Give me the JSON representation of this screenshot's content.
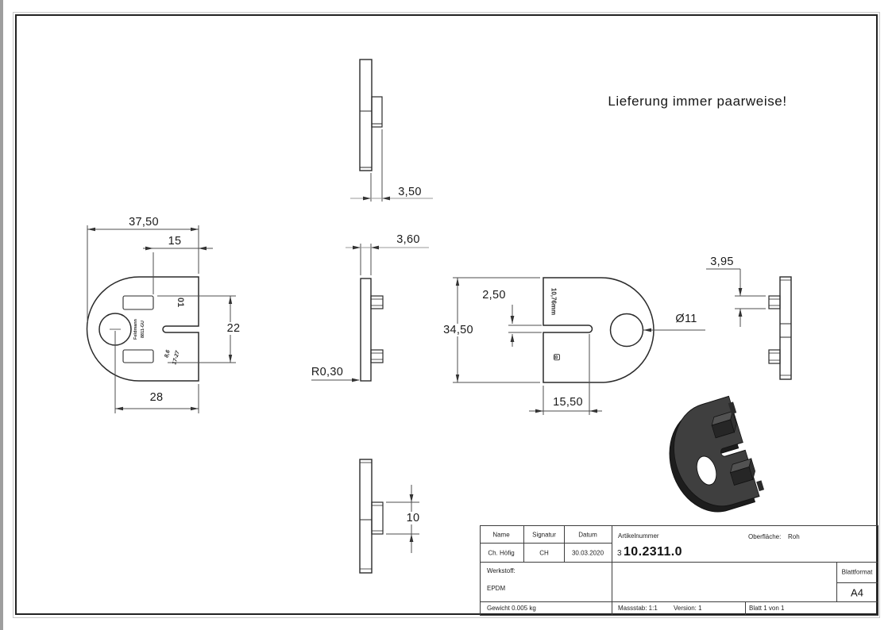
{
  "note": "Lieferung immer paarweise!",
  "dimensions": {
    "width_total": "37,50",
    "slot_offset": "15",
    "slot_span": "22",
    "hole_offset": "28",
    "thickness_top": "3,50",
    "thickness_mid": "3,60",
    "corner_radius": "R0,30",
    "height_total": "34,50",
    "slit_width": "2,50",
    "hole_diameter": "Ø11",
    "slit_depth": "15,50",
    "boss_height_side": "3,95",
    "boss_height_bottom": "10",
    "slot_width": "10,76mm"
  },
  "markings": {
    "brand_line1": "Feldmann",
    "brand_line2": "8811-GU",
    "tool_no": "01",
    "size": "8,6",
    "range": "17-27",
    "emblem": "B"
  },
  "titleblock": {
    "name_label": "Name",
    "name_value": "Ch. Höfig",
    "signature_label": "Signatur",
    "signature_value": "CH",
    "date_label": "Datum",
    "date_value": "30.03.2020",
    "article_label": "Artikelnummer",
    "article_prefix": "3",
    "article_value": "10.2311.0",
    "surface_label": "Oberfläche:",
    "surface_value": "Roh",
    "material_label": "Werkstoff:",
    "material_value": "EPDM",
    "format_label": "Blattformat",
    "format_value": "A4",
    "weight_value": "Gewicht 0.005 kg",
    "scale_value": "Massstab: 1:1",
    "version_value": "Version: 1",
    "sheet_value": "Blatt 1 von 1"
  }
}
